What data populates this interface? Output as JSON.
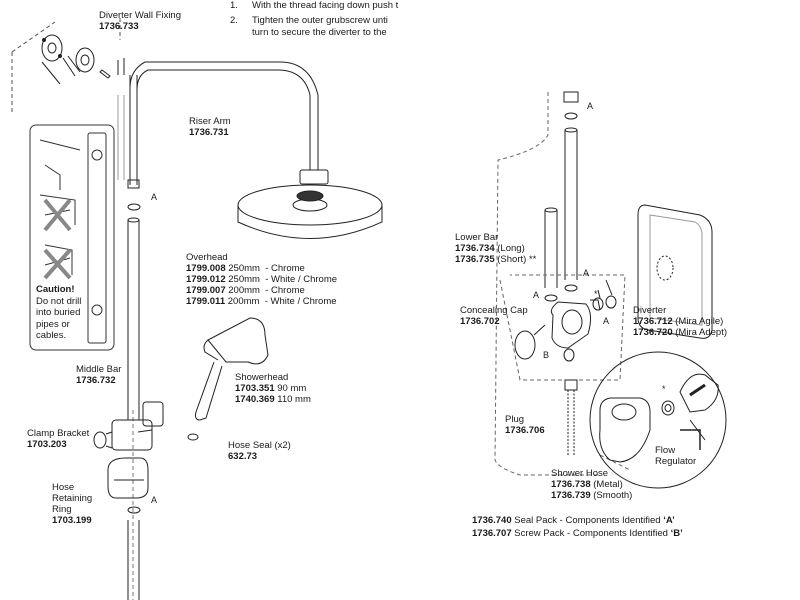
{
  "instructions": [
    {
      "num": "1.",
      "text": "With the thread facing down push t"
    },
    {
      "num": "2.",
      "text": "Tighten the outer grubscrew unti"
    },
    {
      "num": "",
      "text": "turn to secure the diverter to the"
    }
  ],
  "labels": {
    "diverter_wall_fixing": {
      "name": "Diverter Wall Fixing",
      "code": "1736.733"
    },
    "riser_arm": {
      "name": "Riser Arm",
      "code": "1736.731"
    },
    "overhead": {
      "name": "Overhead",
      "rows": [
        {
          "code": "1799.008",
          "size": "250mm",
          "finish": "-  Chrome"
        },
        {
          "code": "1799.012",
          "size": "250mm",
          "finish": "-  White / Chrome"
        },
        {
          "code": "1799.007",
          "size": "200mm",
          "finish": "-  Chrome"
        },
        {
          "code": "1799.011",
          "size": "200mm",
          "finish": "-  White / Chrome"
        }
      ]
    },
    "middle_bar": {
      "name": "Middle Bar",
      "code": "1736.732"
    },
    "showerhead": {
      "name": "Showerhead",
      "rows": [
        {
          "code": "1703.351",
          "size": "90 mm"
        },
        {
          "code": "1740.369",
          "size": "110 mm"
        }
      ]
    },
    "hose_seal": {
      "name": "Hose Seal (x2)",
      "code": "632.73"
    },
    "clamp_bracket": {
      "name": "Clamp Bracket",
      "code": "1703.203"
    },
    "hose_retaining_ring": {
      "line1": "Hose",
      "line2": "Retaining",
      "line3": "Ring",
      "code": "1703.199"
    },
    "lower_bar": {
      "name": "Lower Bar",
      "rows": [
        {
          "code": "1736.734",
          "note": "(Long)"
        },
        {
          "code": "1736.735",
          "note": "(Short) **"
        }
      ]
    },
    "concealing_cap": {
      "name": "Concealing Cap",
      "code": "1736.702"
    },
    "diverter": {
      "name": "Diverter",
      "rows": [
        {
          "code": "1736.712",
          "note": "(Mira Agile)"
        },
        {
          "code": "1736.720",
          "note": "(Mira Adept)"
        }
      ]
    },
    "plug": {
      "name": "Plug",
      "code": "1736.706"
    },
    "flow_regulator": {
      "line1": "Flow",
      "line2": "Regulator"
    },
    "shower_hose": {
      "name": "Shower Hose",
      "rows": [
        {
          "code": "1736.738",
          "note": "(Metal)"
        },
        {
          "code": "1736.739",
          "note": "(Smooth)"
        }
      ]
    }
  },
  "caution": {
    "title": "Caution!",
    "lines": [
      "Do not drill",
      "into buried",
      "pipes or",
      "cables."
    ]
  },
  "packs": [
    {
      "code": "1736.740",
      "text": "Seal Pack - Components Identified ",
      "letter": "‘A’"
    },
    {
      "code": "1736.707",
      "text": "Screw Pack - Components Identified ",
      "letter": "‘B’"
    }
  ],
  "callouts": {
    "a": "A",
    "b": "B",
    "star": "*"
  }
}
